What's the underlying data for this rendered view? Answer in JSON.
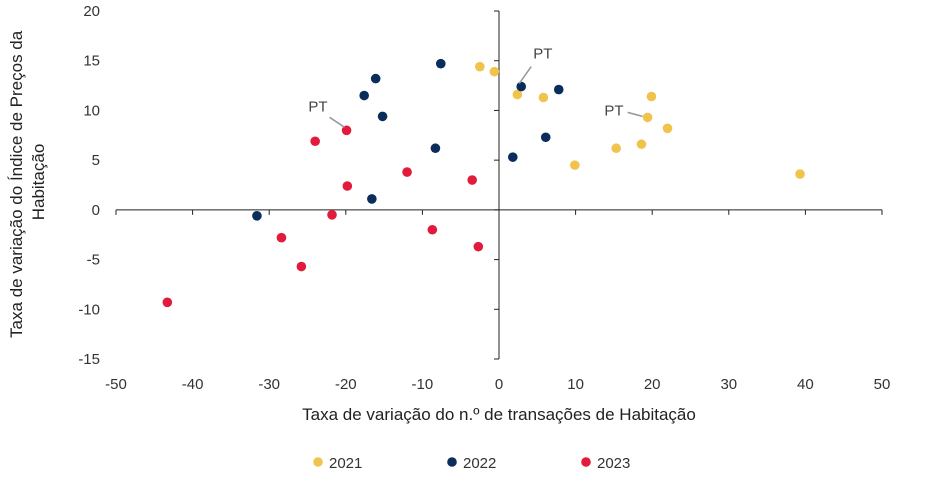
{
  "chart_data": {
    "type": "scatter",
    "xlabel": "Taxa de variação do n.º de transações de Habitação",
    "ylabel": [
      "Taxa de variação do Índice de Preços da",
      "Habitação"
    ],
    "xlim": [
      -50,
      50
    ],
    "ylim": [
      -15,
      20
    ],
    "x_ticks": [
      -50,
      -40,
      -30,
      -20,
      -10,
      0,
      10,
      20,
      30,
      40,
      50
    ],
    "y_ticks": [
      -15,
      -10,
      -5,
      0,
      5,
      10,
      15,
      20
    ],
    "grid": false,
    "legend_position": "bottom",
    "series": [
      {
        "name": "2021",
        "color": "#F0C44C",
        "points": [
          {
            "x": -2.5,
            "y": 14.4
          },
          {
            "x": -0.6,
            "y": 13.9
          },
          {
            "x": 2.4,
            "y": 11.6
          },
          {
            "x": 5.8,
            "y": 11.3
          },
          {
            "x": 9.9,
            "y": 4.5
          },
          {
            "x": 15.3,
            "y": 6.2
          },
          {
            "x": 18.6,
            "y": 6.6
          },
          {
            "x": 19.4,
            "y": 9.3
          },
          {
            "x": 19.9,
            "y": 11.4
          },
          {
            "x": 22.0,
            "y": 8.2
          },
          {
            "x": 39.3,
            "y": 3.6
          }
        ]
      },
      {
        "name": "2022",
        "color": "#0B2D5B",
        "points": [
          {
            "x": -31.6,
            "y": -0.6
          },
          {
            "x": -16.6,
            "y": 1.1
          },
          {
            "x": -17.6,
            "y": 11.5
          },
          {
            "x": -16.1,
            "y": 13.2
          },
          {
            "x": -15.2,
            "y": 9.4
          },
          {
            "x": -8.3,
            "y": 6.2
          },
          {
            "x": -7.6,
            "y": 14.7
          },
          {
            "x": 1.8,
            "y": 5.3
          },
          {
            "x": 2.9,
            "y": 12.4
          },
          {
            "x": 6.1,
            "y": 7.3
          },
          {
            "x": 7.8,
            "y": 12.1
          }
        ]
      },
      {
        "name": "2023",
        "color": "#E21A3C",
        "points": [
          {
            "x": -43.3,
            "y": -9.3
          },
          {
            "x": -28.4,
            "y": -2.8
          },
          {
            "x": -25.8,
            "y": -5.7
          },
          {
            "x": -24.0,
            "y": 6.9
          },
          {
            "x": -21.8,
            "y": -0.5
          },
          {
            "x": -19.9,
            "y": 8.0
          },
          {
            "x": -19.8,
            "y": 2.4
          },
          {
            "x": -12.0,
            "y": 3.8
          },
          {
            "x": -8.7,
            "y": -2.0
          },
          {
            "x": -3.5,
            "y": 3.0
          },
          {
            "x": -2.7,
            "y": -3.7
          }
        ]
      }
    ],
    "annotations": [
      {
        "text": "PT",
        "x": -19.9,
        "y": 8.0,
        "side": "upper-left"
      },
      {
        "text": "PT",
        "x": 2.9,
        "y": 12.4,
        "side": "upper-right"
      },
      {
        "text": "PT",
        "x": 19.4,
        "y": 9.3,
        "side": "left"
      }
    ]
  }
}
